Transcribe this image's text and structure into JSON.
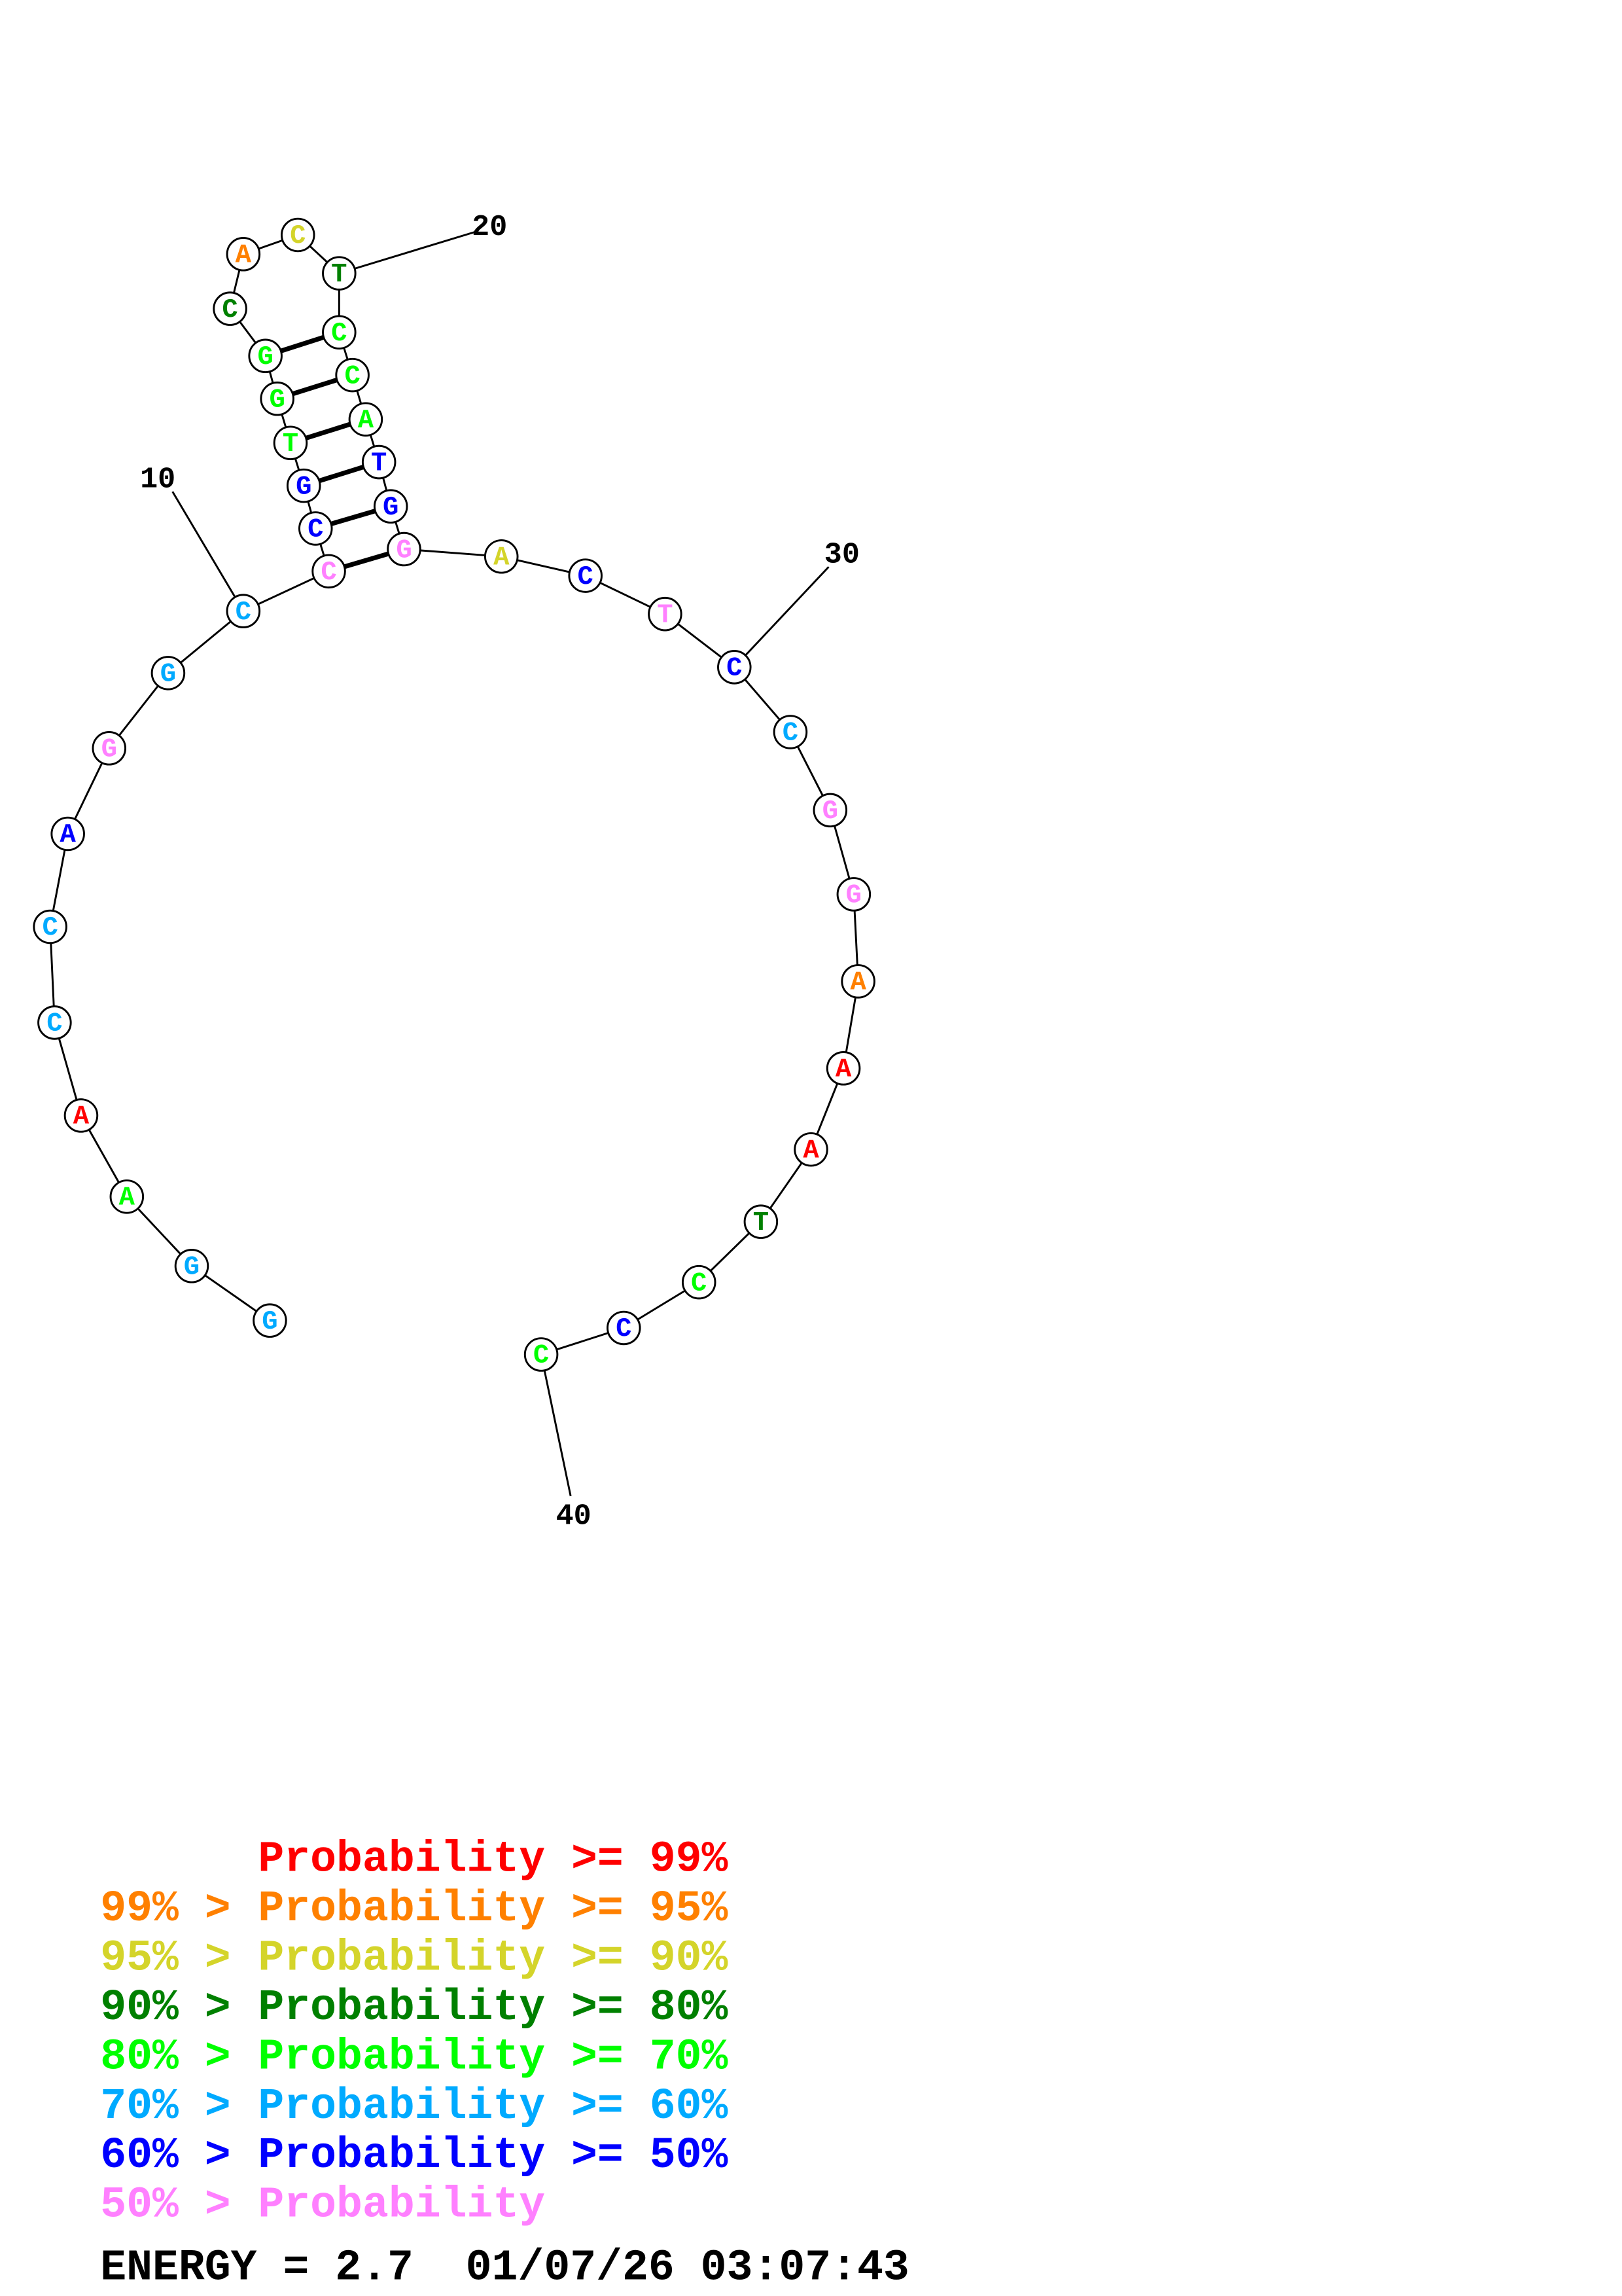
{
  "colors": {
    "r": "#ff0000",
    "o": "#ff8000",
    "y": "#d4d42a",
    "d": "#008000",
    "g": "#00ff00",
    "l": "#00aaff",
    "b": "#0000ff",
    "p": "#ff80ff"
  },
  "sequence": [
    {
      "base": "G",
      "c": "l"
    },
    {
      "base": "G",
      "c": "l"
    },
    {
      "base": "A",
      "c": "g"
    },
    {
      "base": "A",
      "c": "r"
    },
    {
      "base": "C",
      "c": "l"
    },
    {
      "base": "C",
      "c": "l"
    },
    {
      "base": "A",
      "c": "b"
    },
    {
      "base": "G",
      "c": "p"
    },
    {
      "base": "G",
      "c": "l"
    },
    {
      "base": "C",
      "c": "l"
    },
    {
      "base": "C",
      "c": "p"
    },
    {
      "base": "C",
      "c": "b"
    },
    {
      "base": "G",
      "c": "b"
    },
    {
      "base": "T",
      "c": "g"
    },
    {
      "base": "G",
      "c": "g"
    },
    {
      "base": "G",
      "c": "g"
    },
    {
      "base": "C",
      "c": "d"
    },
    {
      "base": "A",
      "c": "o"
    },
    {
      "base": "C",
      "c": "y"
    },
    {
      "base": "T",
      "c": "d"
    },
    {
      "base": "C",
      "c": "g"
    },
    {
      "base": "C",
      "c": "g"
    },
    {
      "base": "A",
      "c": "g"
    },
    {
      "base": "T",
      "c": "b"
    },
    {
      "base": "G",
      "c": "b"
    },
    {
      "base": "G",
      "c": "p"
    },
    {
      "base": "A",
      "c": "y"
    },
    {
      "base": "C",
      "c": "b"
    },
    {
      "base": "T",
      "c": "p"
    },
    {
      "base": "C",
      "c": "b"
    },
    {
      "base": "C",
      "c": "l"
    },
    {
      "base": "G",
      "c": "p"
    },
    {
      "base": "G",
      "c": "p"
    },
    {
      "base": "A",
      "c": "o"
    },
    {
      "base": "A",
      "c": "r"
    },
    {
      "base": "A",
      "c": "r"
    },
    {
      "base": "T",
      "c": "d"
    },
    {
      "base": "C",
      "c": "g"
    },
    {
      "base": "C",
      "c": "b"
    },
    {
      "base": "C",
      "c": "g"
    }
  ],
  "pairs": [
    [
      11,
      26
    ],
    [
      12,
      25
    ],
    [
      13,
      24
    ],
    [
      14,
      23
    ],
    [
      15,
      22
    ],
    [
      16,
      21
    ]
  ],
  "position_labels": [
    "10",
    "20",
    "30",
    "40"
  ],
  "legend": [
    {
      "prefix": "",
      "label": "Probability >= 99%",
      "c": "r"
    },
    {
      "prefix": "99% >",
      "label": "Probability >= 95%",
      "c": "o"
    },
    {
      "prefix": "95% >",
      "label": "Probability >= 90%",
      "c": "y"
    },
    {
      "prefix": "90% >",
      "label": "Probability >= 80%",
      "c": "d"
    },
    {
      "prefix": "80% >",
      "label": "Probability >= 70%",
      "c": "g"
    },
    {
      "prefix": "70% >",
      "label": "Probability >= 60%",
      "c": "l"
    },
    {
      "prefix": "60% >",
      "label": "Probability >= 50%",
      "c": "b"
    },
    {
      "prefix": "50% >",
      "label": "Probability",
      "c": "p"
    }
  ],
  "footer": "ENERGY = 2.7  01/07/26 03:07:43"
}
